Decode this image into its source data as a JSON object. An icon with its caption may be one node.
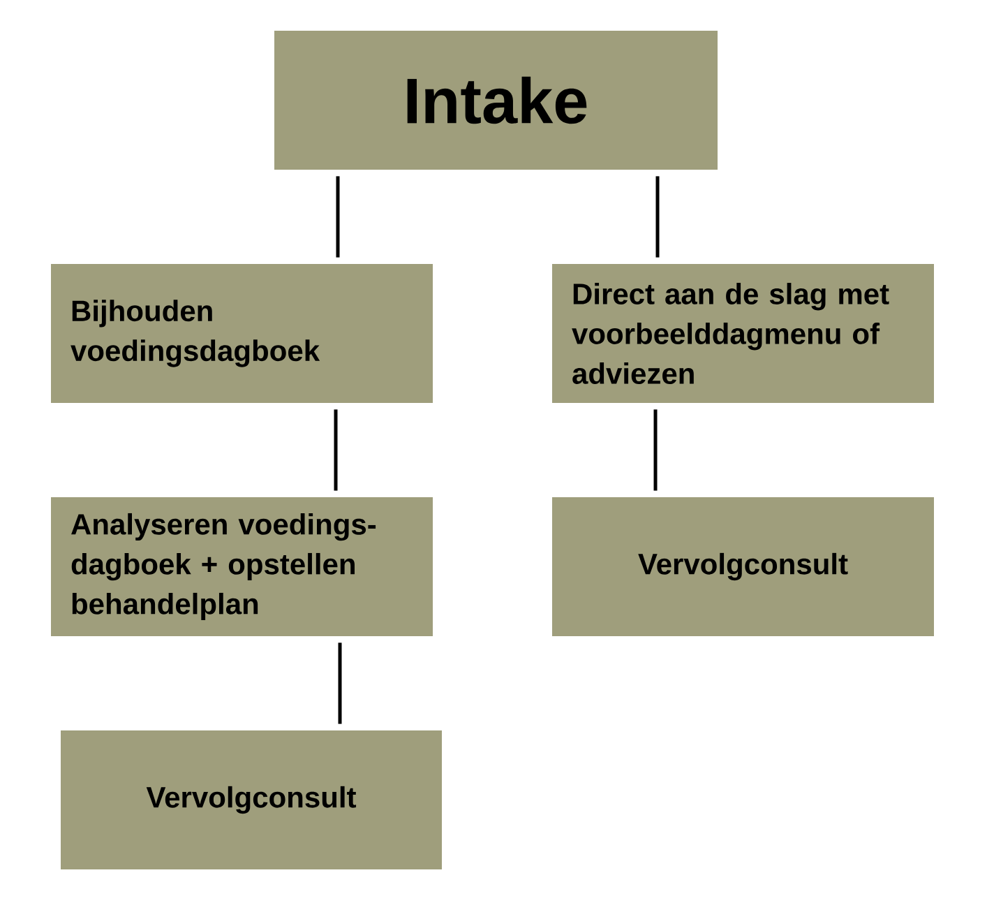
{
  "diagram": {
    "nodes": [
      {
        "text": [
          "Intake"
        ]
      },
      {
        "text": [
          "Bijhouden voedingsdagboek"
        ]
      },
      {
        "text": [
          "Direct aan de slag met voorbeelddagmenu of adviezen"
        ]
      },
      {
        "text": [
          "Analyseren voedings- dagboek + opstellen behandelplan"
        ]
      },
      {
        "text": [
          "Vervolgconsult"
        ]
      },
      {
        "text": [
          "Vervolgconsult"
        ]
      }
    ],
    "edges": [
      {
        "from": 0,
        "to": 1,
        "arrow": "none"
      },
      {
        "from": 0,
        "to": 2,
        "arrow": "none"
      },
      {
        "from": 1,
        "to": 3,
        "arrow": "none"
      },
      {
        "from": 2,
        "to": 4,
        "arrow": "none"
      },
      {
        "from": 3,
        "to": 5,
        "arrow": "none"
      }
    ]
  }
}
